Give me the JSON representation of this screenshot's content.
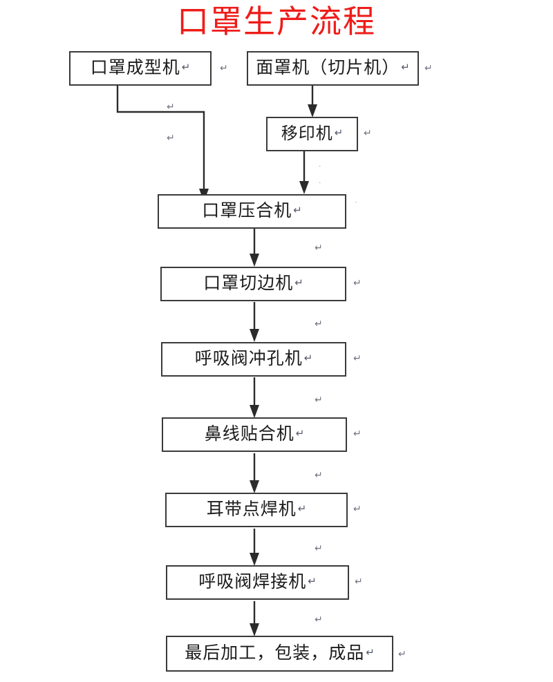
{
  "title": "口罩生产流程",
  "title_color": "#ee1c19",
  "diagram": {
    "type": "flowchart",
    "orientation": "top-to-bottom",
    "nodes": [
      {
        "id": "n1",
        "label": "口罩成型机",
        "return_mark": "↵"
      },
      {
        "id": "n2",
        "label": "面罩机（切片机）",
        "return_mark": "↵"
      },
      {
        "id": "n3",
        "label": "移印机",
        "return_mark": "↵"
      },
      {
        "id": "n4",
        "label": "口罩压合机",
        "return_mark": "↵"
      },
      {
        "id": "n5",
        "label": "口罩切边机",
        "return_mark": "↵"
      },
      {
        "id": "n6",
        "label": "呼吸阀冲孔机",
        "return_mark": "↵"
      },
      {
        "id": "n7",
        "label": "鼻线贴合机",
        "return_mark": "↵"
      },
      {
        "id": "n8",
        "label": "耳带点焊机",
        "return_mark": "↵"
      },
      {
        "id": "n9",
        "label": "呼吸阀焊接机",
        "return_mark": "↵"
      },
      {
        "id": "n10",
        "label": "最后加工，包装，成品",
        "return_mark": "↵"
      }
    ],
    "edges": [
      {
        "from": "n1",
        "to": "n4",
        "style": "elbow"
      },
      {
        "from": "n2",
        "to": "n3",
        "style": "straight"
      },
      {
        "from": "n3",
        "to": "n4",
        "style": "straight"
      },
      {
        "from": "n4",
        "to": "n5",
        "style": "straight"
      },
      {
        "from": "n5",
        "to": "n6",
        "style": "straight"
      },
      {
        "from": "n6",
        "to": "n7",
        "style": "straight"
      },
      {
        "from": "n7",
        "to": "n8",
        "style": "straight"
      },
      {
        "from": "n8",
        "to": "n9",
        "style": "straight"
      },
      {
        "from": "n9",
        "to": "n10",
        "style": "straight"
      }
    ],
    "marks": {
      "return": "↵",
      "tick": "˙"
    }
  }
}
